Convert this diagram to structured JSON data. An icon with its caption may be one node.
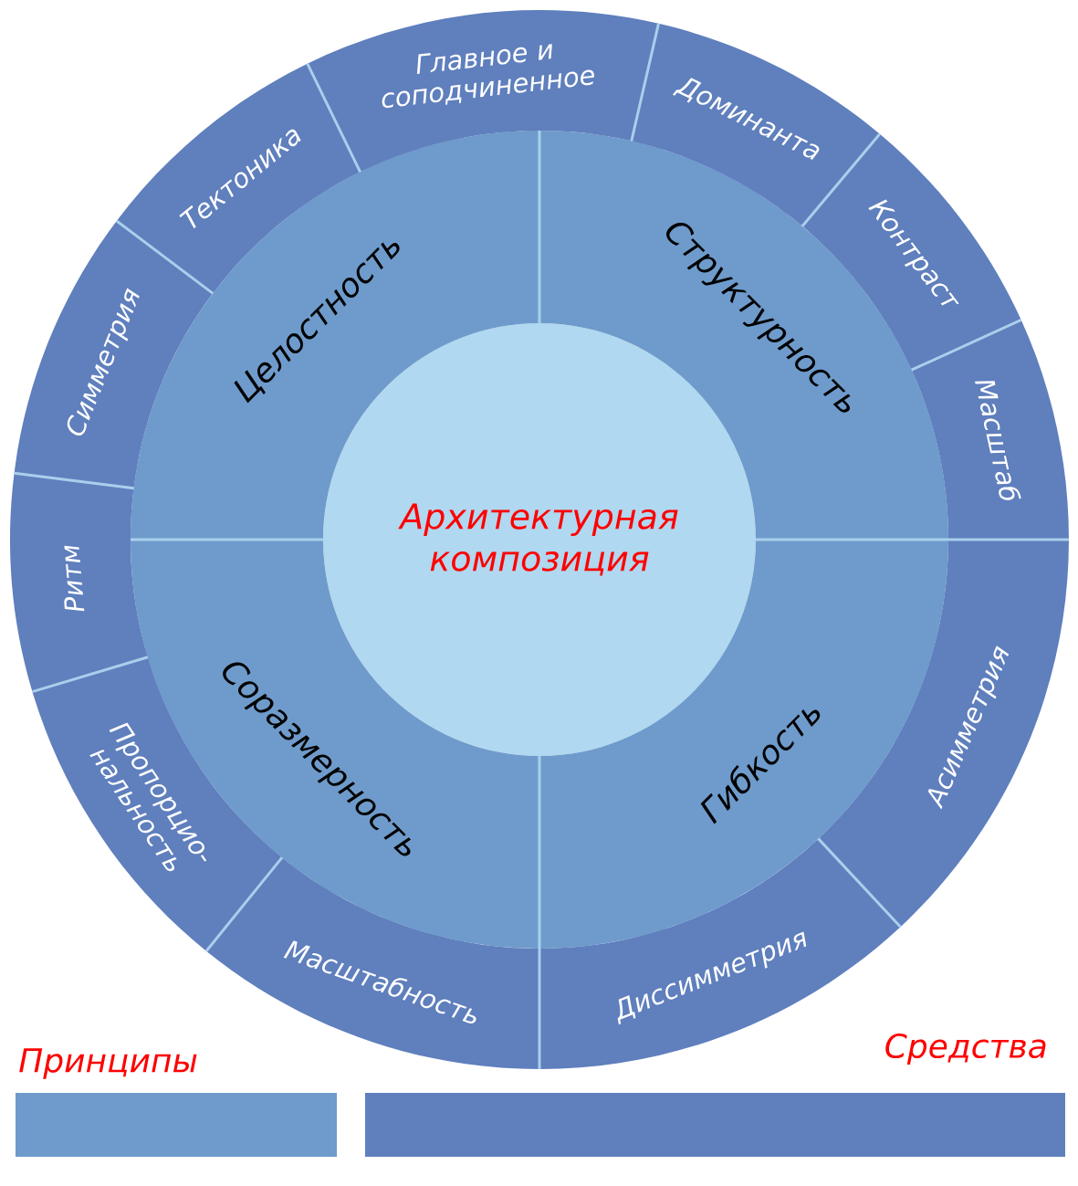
{
  "diagram": {
    "nodes": [
      {
        "text": [
          "Архитектурная композиция"
        ]
      },
      {
        "text": [
          "Целостность"
        ]
      },
      {
        "text": [
          "Структурность"
        ]
      },
      {
        "text": [
          "Соразмерность"
        ]
      },
      {
        "text": [
          "Гибкость"
        ]
      },
      {
        "text": [
          "Главное и соподчиненное"
        ]
      },
      {
        "text": [
          "Доминанта"
        ]
      },
      {
        "text": [
          "Контраст"
        ]
      },
      {
        "text": [
          "Масштаб"
        ]
      },
      {
        "text": [
          "Асимметрия"
        ]
      },
      {
        "text": [
          "Диссимметрия"
        ]
      },
      {
        "text": [
          "Масштабность"
        ]
      },
      {
        "text": [
          "Пропорцио-нальность"
        ]
      },
      {
        "text": [
          "Ритм"
        ]
      },
      {
        "text": [
          "Симметрия"
        ]
      },
      {
        "text": [
          "Тектоника"
        ]
      }
    ],
    "legend": [
      {
        "text": "Принципы",
        "color": "#6e9bcb"
      },
      {
        "text": "Средства",
        "color": "#5f80bd"
      }
    ]
  }
}
